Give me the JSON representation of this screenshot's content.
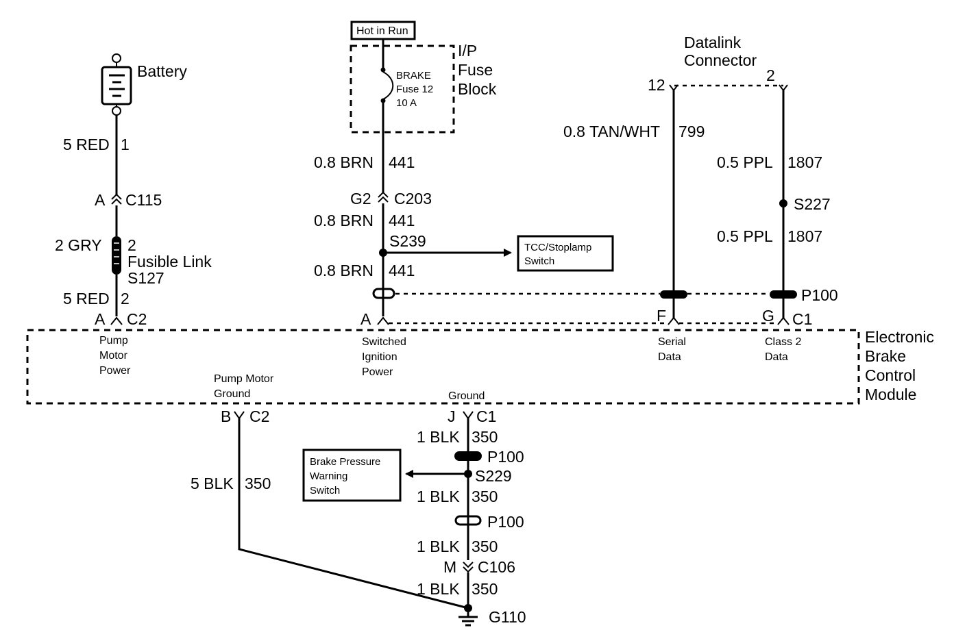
{
  "battery": {
    "label": "Battery"
  },
  "battery_circuit": {
    "wire_top": "5 RED",
    "circuit_top": "1",
    "conn_pin": "A",
    "conn_id": "C115",
    "link_wire": "2 GRY",
    "link_circuit": "2",
    "link_line1": "Fusible Link",
    "link_line2": "S127",
    "wire_bottom": "5 RED",
    "circuit_bottom": "2",
    "module_pin": "A",
    "module_conn": "C2",
    "pin_desc": [
      "Pump",
      "Motor",
      "Power"
    ]
  },
  "fuse_block": {
    "hot_label": "Hot in Run",
    "title": [
      "I/P",
      "Fuse",
      "Block"
    ],
    "fuse_text": [
      "BRAKE",
      "Fuse 12",
      "10 A"
    ]
  },
  "ignition_circuit": {
    "wire1": "0.8 BRN",
    "circuit1": "441",
    "conn_pin": "G2",
    "conn_id": "C203",
    "wire2": "0.8 BRN",
    "circuit2": "441",
    "splice": "S239",
    "wire3": "0.8 BRN",
    "circuit3": "441",
    "module_pin": "A",
    "pin_desc": [
      "Switched",
      "Ignition",
      "Power"
    ]
  },
  "tcc_switch": {
    "lines": [
      "TCC/Stoplamp",
      "Switch"
    ]
  },
  "datalink": {
    "title": [
      "Datalink",
      "Connector"
    ],
    "pin_left": "12",
    "pin_right": "2",
    "serial_wire": "0.8 TAN/WHT",
    "serial_circuit": "799",
    "class2_wire_top": "0.5 PPL",
    "class2_circuit_top": "1807",
    "splice": "S227",
    "class2_wire_bottom": "0.5 PPL",
    "class2_circuit_bottom": "1807",
    "pass_through": "P100",
    "serial_pin": "F",
    "class2_pin": "G",
    "module_conn": "C1",
    "serial_desc": [
      "Serial",
      "Data"
    ],
    "class2_desc": [
      "Class 2",
      "Data"
    ]
  },
  "module": {
    "title": [
      "Electronic",
      "Brake",
      "Control",
      "Module"
    ]
  },
  "pump_ground": {
    "desc": [
      "Pump Motor",
      "Ground"
    ],
    "pin": "B",
    "conn": "C2",
    "wire": "5 BLK",
    "circuit": "350"
  },
  "ground_circuit": {
    "desc": "Ground",
    "pin": "J",
    "conn": "C1",
    "wire1": "1 BLK",
    "circuit1": "350",
    "pass1": "P100",
    "splice": "S229",
    "wire2": "1 BLK",
    "circuit2": "350",
    "pass2": "P100",
    "wire3": "1 BLK",
    "circuit3": "350",
    "conn_pin": "M",
    "conn_id": "C106",
    "wire4": "1 BLK",
    "circuit4": "350",
    "ground": "G110"
  },
  "pressure_switch": {
    "lines": [
      "Brake Pressure",
      "Warning",
      "Switch"
    ]
  }
}
